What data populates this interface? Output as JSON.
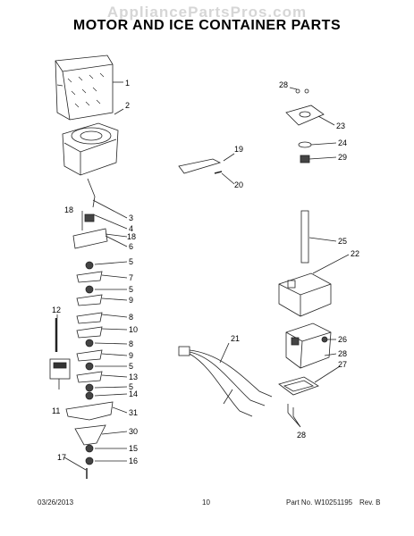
{
  "watermark": "AppliancePartsPros.com",
  "title": "MOTOR AND ICE CONTAINER PARTS",
  "callouts": [
    "1",
    "2",
    "3",
    "4",
    "18",
    "6",
    "18",
    "5",
    "7",
    "5",
    "9",
    "8",
    "10",
    "8",
    "9",
    "5",
    "13",
    "5",
    "14",
    "31",
    "30",
    "15",
    "16",
    "17",
    "12",
    "11",
    "19",
    "20",
    "28",
    "23",
    "24",
    "29",
    "25",
    "22",
    "21",
    "26",
    "28",
    "27",
    "28"
  ],
  "footer": {
    "date": "03/26/2013",
    "page": "10",
    "part_number": "Part No. W10251195",
    "revision": "Rev. B"
  }
}
